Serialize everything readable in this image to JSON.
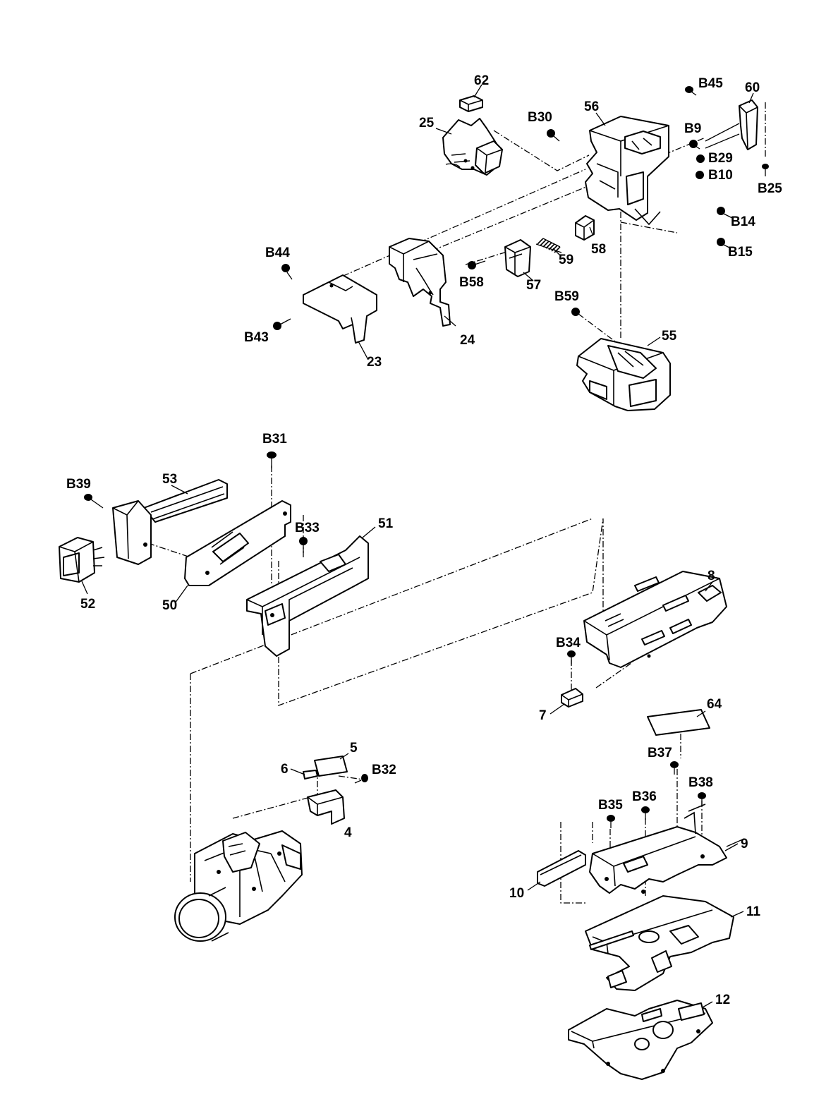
{
  "parts": {
    "p62": "62",
    "p25": "25",
    "p56": "56",
    "p60": "60",
    "p24": "24",
    "p23": "23",
    "p57": "57",
    "p58": "58",
    "p59": "59",
    "p55": "55",
    "p53": "53",
    "p52": "52",
    "p50": "50",
    "p51": "51",
    "p8": "8",
    "p7": "7",
    "p64": "64",
    "p5": "5",
    "p6": "6",
    "p4": "4",
    "p9": "9",
    "p10": "10",
    "p11": "11",
    "p12": "12"
  },
  "screws": {
    "B45": "B45",
    "B30": "B30",
    "B9": "B9",
    "B29": "B29",
    "B10": "B10",
    "B25": "B25",
    "B14": "B14",
    "B15": "B15",
    "B44": "B44",
    "B43": "B43",
    "B58": "B58",
    "B59": "B59",
    "B31": "B31",
    "B39": "B39",
    "B33": "B33",
    "B34": "B34",
    "B32": "B32",
    "B37": "B37",
    "B38": "B38",
    "B35": "B35",
    "B36": "B36"
  }
}
